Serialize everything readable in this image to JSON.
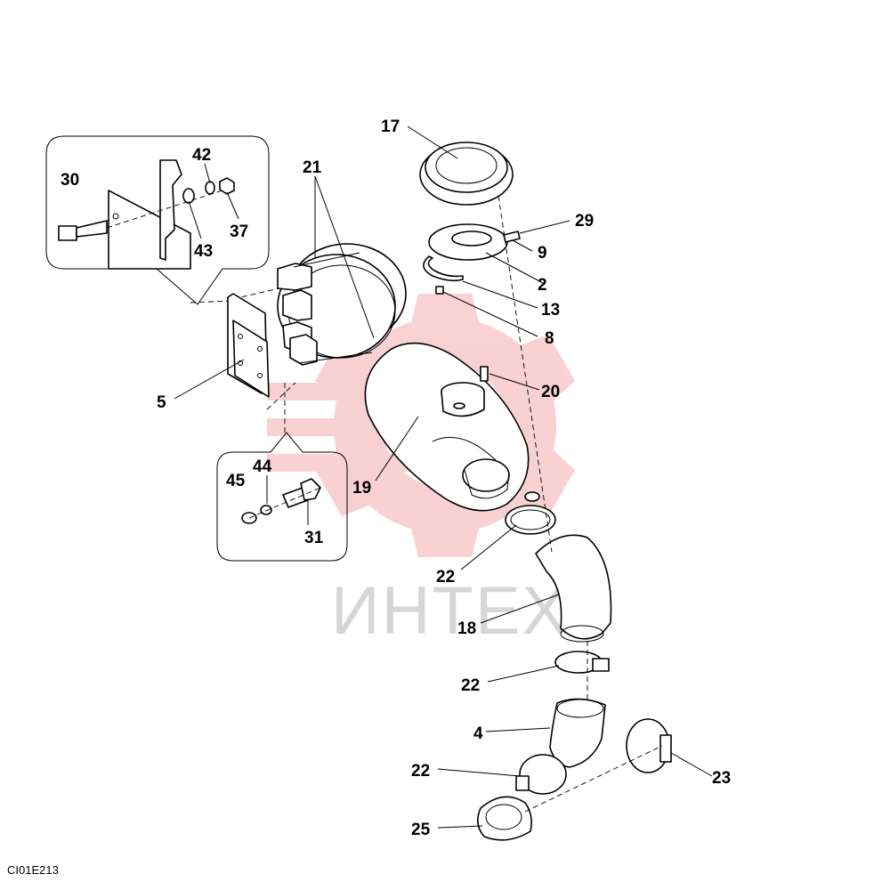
{
  "diagram": {
    "drawing_code": "CI01E213",
    "watermark": {
      "text": "ИНТЕХ",
      "color": "#e8343a",
      "text_color": "#c8c8c8"
    },
    "callouts": [
      {
        "id": "c17",
        "label": "17"
      },
      {
        "id": "c21",
        "label": "21"
      },
      {
        "id": "c42",
        "label": "42"
      },
      {
        "id": "c30",
        "label": "30"
      },
      {
        "id": "c37",
        "label": "37"
      },
      {
        "id": "c43",
        "label": "43"
      },
      {
        "id": "c29",
        "label": "29"
      },
      {
        "id": "c9",
        "label": "9"
      },
      {
        "id": "c2",
        "label": "2"
      },
      {
        "id": "c13",
        "label": "13"
      },
      {
        "id": "c8",
        "label": "8"
      },
      {
        "id": "c20",
        "label": "20"
      },
      {
        "id": "c5",
        "label": "5"
      },
      {
        "id": "c19",
        "label": "19"
      },
      {
        "id": "c44",
        "label": "44"
      },
      {
        "id": "c45",
        "label": "45"
      },
      {
        "id": "c31",
        "label": "31"
      },
      {
        "id": "c22a",
        "label": "22"
      },
      {
        "id": "c18",
        "label": "18"
      },
      {
        "id": "c22b",
        "label": "22"
      },
      {
        "id": "c4",
        "label": "4"
      },
      {
        "id": "c22c",
        "label": "22"
      },
      {
        "id": "c23",
        "label": "23"
      },
      {
        "id": "c25",
        "label": "25"
      }
    ]
  }
}
